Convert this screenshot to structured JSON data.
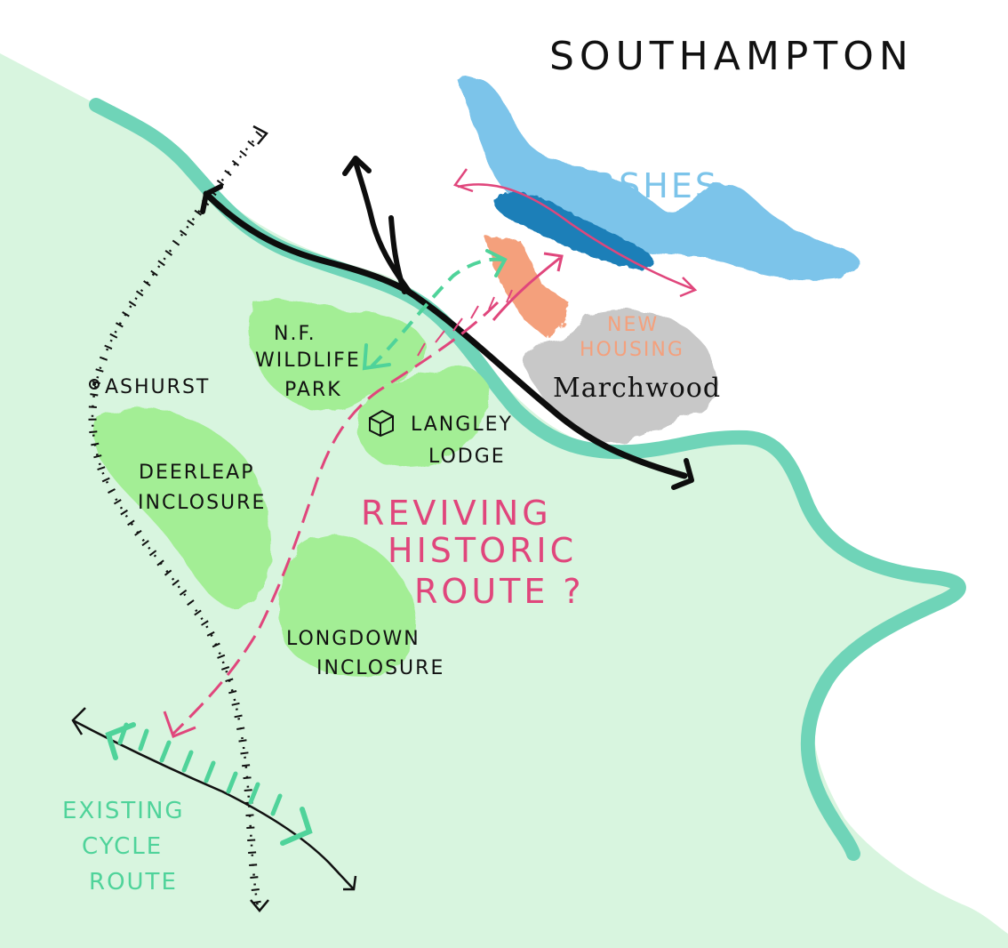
{
  "map": {
    "colors": {
      "land": "#d8f5df",
      "river": "#6fd4b8",
      "woodland": "#a3ee95",
      "marsh": "#7cc4ea",
      "marsh_dark": "#1b7fb8",
      "housing": "#f4a07c",
      "urban": "#c8c8c8",
      "road": "#0d0d0d",
      "historic_route": "#e0467c",
      "cycle_route": "#4fd39a",
      "text": "#111111"
    },
    "labels": {
      "city": "SOUTHAMPTON",
      "marshes": "MARSHES",
      "new_housing_line1": "NEW",
      "new_housing_line2": "HOUSING",
      "marchwood": "Marchwood",
      "nf_wildlife_line1": "N.F.",
      "nf_wildlife_line2": "WILDLIFE",
      "nf_wildlife_line3": "PARK",
      "ashurst": "ASHURST",
      "langley_line1": "LANGLEY",
      "langley_line2": "LODGE",
      "deerleap_line1": "DEERLEAP",
      "deerleap_line2": "INCLOSURE",
      "longdown_line1": "LONGDOWN",
      "longdown_line2": "INCLOSURE",
      "historic_line1": "REVIVING",
      "historic_line2": "HISTORIC",
      "historic_line3": "ROUTE ?",
      "cycle_line1": "EXISTING",
      "cycle_line2": "CYCLE",
      "cycle_line3": "ROUTE"
    }
  }
}
